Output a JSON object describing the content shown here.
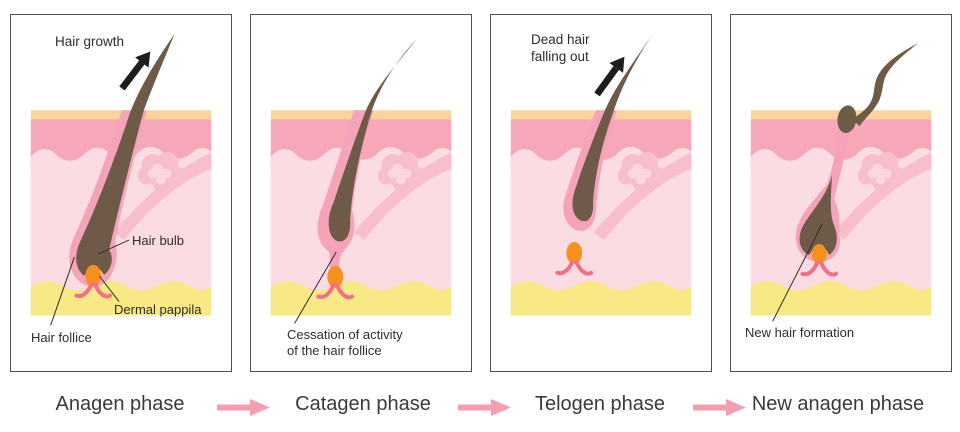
{
  "colors": {
    "epidermis": "#FBD49B",
    "dermis_band": "#F6A8B9",
    "dermis_light": "#FBDCE3",
    "subcutis_yellow": "#F9E985",
    "follicle_pink": "#F5A3B8",
    "follicle_inner": "#FBD0DB",
    "gland_pink": "#F8BECB",
    "gland_inner": "#FBD7DF",
    "hair_brown": "#6E5A46",
    "papilla_orange": "#F6911E",
    "vessel_red": "#F26E89",
    "arrow_black": "#1D1D1B",
    "phase_arrow_pink": "#F49FB0",
    "text": "#2D2D2D",
    "panel_border": "#4F4F4F"
  },
  "panels": [
    {
      "annotation": "Hair growth",
      "labels": {
        "hair_bulb": "Hair bulb",
        "dermal_papilla": "Dermal pappila",
        "hair_follicle": "Hair follice"
      }
    },
    {
      "labels": {
        "cessation": "Cessation of activity\nof the hair follice"
      }
    },
    {
      "annotation": "Dead hair\nfalling out"
    },
    {
      "labels": {
        "new_hair": "New hair formation"
      }
    }
  ],
  "timeline": {
    "phases": [
      "Anagen phase",
      "Catagen phase",
      "Telogen phase",
      "New anagen phase"
    ]
  }
}
